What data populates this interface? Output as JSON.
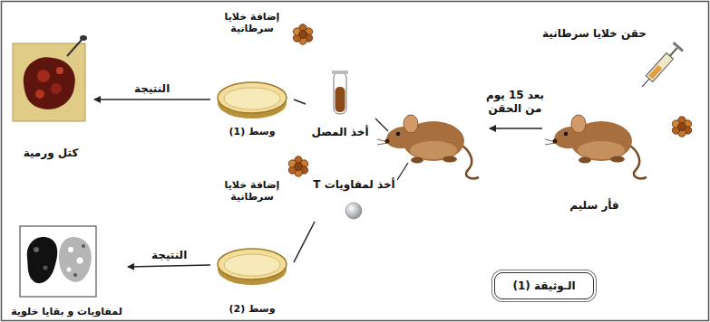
{
  "diagram": {
    "nodes": [
      {
        "text": [
          "حقن خلايا سرطانية",
          "فأر سليم"
        ]
      },
      {
        "text": [
          "أخذ المصل"
        ]
      },
      {
        "text": [
          "إضافة خلايا سرطانية",
          "وسط (1)"
        ]
      },
      {
        "text": [
          "كتل ورمية"
        ]
      },
      {
        "text": [
          "أخذ لمفاويات T"
        ]
      },
      {
        "text": [
          "إضافة خلايا سرطانية",
          "وسط (2)"
        ]
      },
      {
        "text": [
          "لمفاويات و بقايا خلوية"
        ]
      },
      {
        "text": [
          "الـوثيقة (1)"
        ]
      }
    ],
    "edges": [
      {
        "from": 1,
        "to": 2,
        "arrow": "none"
      },
      {
        "from": 2,
        "to": 3,
        "label": "النتيجة",
        "arrow": "to"
      },
      {
        "from": 4,
        "to": 5,
        "arrow": "none"
      },
      {
        "from": 5,
        "to": 6,
        "label": "النتيجة",
        "arrow": "to"
      }
    ],
    "labels": [
      "بعد 15 يوم من الحقن"
    ]
  }
}
